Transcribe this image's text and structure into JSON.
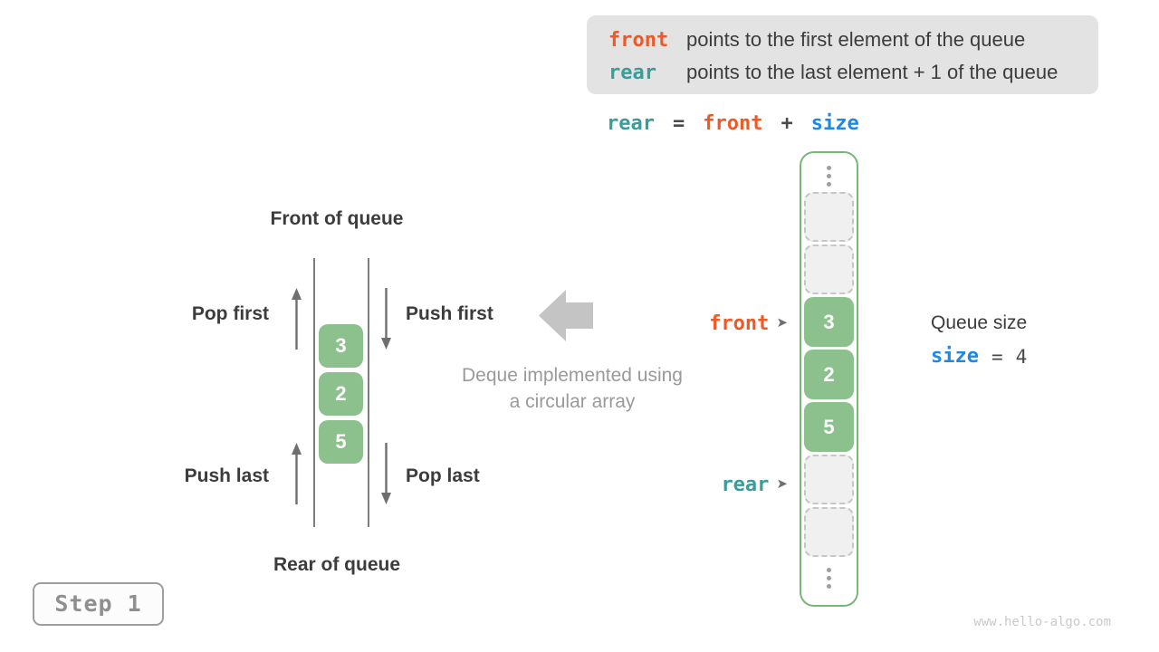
{
  "info_box": {
    "line1": {
      "keyword": "front",
      "text": "points to the first element of the queue"
    },
    "line2": {
      "keyword": "rear",
      "text": "points to the last element + 1 of the queue"
    }
  },
  "formula": {
    "lhs": "rear",
    "eq": "=",
    "rhs1": "front",
    "op": "+",
    "rhs2": "size"
  },
  "left_queue": {
    "front_label": "Front of queue",
    "rear_label": "Rear of queue",
    "pop_first": "Pop first",
    "push_first": "Push first",
    "push_last": "Push last",
    "pop_last": "Pop last",
    "cells": [
      "3",
      "2",
      "5"
    ]
  },
  "center": {
    "caption_line1": "Deque implemented using",
    "caption_line2": "a circular array"
  },
  "circular_array": {
    "cells": [
      "",
      "",
      "3",
      "2",
      "5",
      "",
      ""
    ],
    "front_pointer": "front",
    "rear_pointer": "rear",
    "pointer_arrow": "➤"
  },
  "queue_size": {
    "title": "Queue size",
    "variable": "size",
    "eq": "=",
    "value": "4"
  },
  "step_badge": "Step 1",
  "watermark": "www.hello-algo.com",
  "colors": {
    "front_orange": "#ed5a28",
    "rear_teal": "#3b9c9c",
    "size_blue": "#1d88e5",
    "cell_green": "#8cc08c",
    "array_border_green": "#79b779",
    "info_box_bg": "#e3e3e3",
    "caption_gray": "#9a9a9a",
    "big_arrow_gray": "#c4c4c4",
    "dark_text": "#3c3c3c"
  }
}
